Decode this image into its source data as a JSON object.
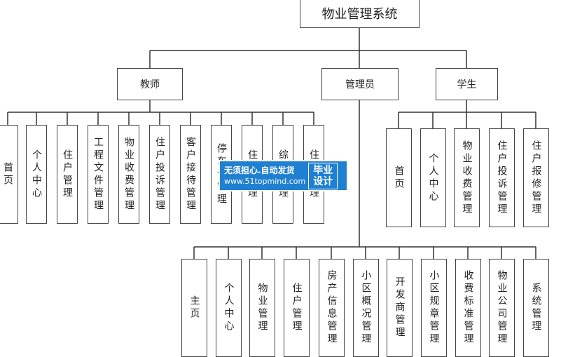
{
  "root": {
    "label": "物业管理系统"
  },
  "branches": {
    "teacher": {
      "label": "教师",
      "children": [
        "首页",
        "个人中心",
        "住户管理",
        "工程文件管理",
        "物业收费管理",
        "住户投诉管理",
        "客户接待管理",
        "停车位管理",
        "住房管理",
        "综合管理",
        "住户管理"
      ]
    },
    "admin": {
      "label": "管理员",
      "children": [
        "主页",
        "个人中心",
        "物业管理",
        "住户管理",
        "房产信息管理",
        "小区概况管理",
        "开发商管理",
        "小区规章管理",
        "收费标准管理",
        "物业公司管理",
        "系统管理"
      ]
    },
    "student": {
      "label": "学生",
      "children": [
        "首页",
        "个人中心",
        "物业收费管理",
        "住户投诉管理",
        "住户报修管理"
      ]
    }
  },
  "watermark": {
    "line1": "无须担心.自动发货",
    "line2": "www.51topmind.com",
    "badge_line1": "毕业",
    "badge_line2": "设计"
  },
  "colors": {
    "watermark_bg": "#1f7fd0",
    "line": "#333333"
  }
}
